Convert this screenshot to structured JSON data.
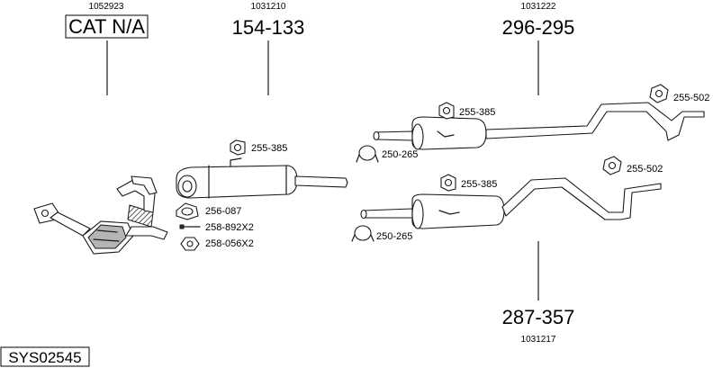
{
  "diagram_code": "SYS02545",
  "assemblies": {
    "catalyst": {
      "ref": "1052923",
      "label": "CAT N/A"
    },
    "front_silencer": {
      "ref": "1031210",
      "label": "154-133"
    },
    "rear_silencer_top": {
      "ref": "1031222",
      "label": "296-295"
    },
    "rear_silencer_bottom": {
      "ref": "1031217",
      "label": "287-357"
    }
  },
  "part_labels": {
    "hanger_front": "255-385",
    "gasket": "256-087",
    "bolt": "258-892X2",
    "nut": "258-056X2",
    "hanger_top": "255-385",
    "clamp_top": "250-265",
    "hanger_top_rear": "255-502",
    "hanger_bottom": "255-385",
    "clamp_bottom": "250-265",
    "hanger_bottom_rear": "255-502"
  }
}
